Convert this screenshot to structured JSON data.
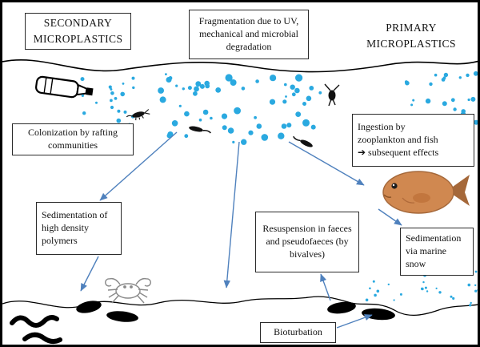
{
  "figure": {
    "type": "diagram",
    "subject": "Microplastics sources, transport and fate in the marine environment"
  },
  "colors": {
    "microplastic_blue": "#2aa9e0",
    "arrow_blue": "#4f81bd",
    "fish_body": "#d08850",
    "fish_dark": "#a5683a",
    "ink": "#111111",
    "crab_gray": "#8a8a8a"
  },
  "boxes": {
    "secondary": {
      "line1": "SECONDARY",
      "line2": "MICROPLASTICS"
    },
    "fragmentation": {
      "text": "Fragmentation  due to UV, mechanical and microbial degradation"
    },
    "primary": {
      "line1": "PRIMARY",
      "line2": "MICROPLASTICS"
    },
    "colonization": {
      "text": "Colonization by rafting communities"
    },
    "ingestion": {
      "line1": "Ingestion by",
      "line2": "zooplankton and fish",
      "line3": "➔ subsequent effects"
    },
    "sedimentation_polymers": {
      "text": "Sedimentation of high density polymers"
    },
    "resuspension": {
      "text": "Resuspension in faeces and pseudofaeces (by bivalves)"
    },
    "marine_snow": {
      "text": "Sedimentation via marine snow"
    },
    "bioturbation": {
      "text": "Bioturbation"
    }
  },
  "icons": {
    "bottle": "plastic-bottle-icon",
    "zooplankton": "zooplankton-icon",
    "fish": "fish-icon",
    "crab": "crab-icon",
    "worms": "worm-icon",
    "particles": "microplastic-particles",
    "sediment": "sediment-blob"
  }
}
